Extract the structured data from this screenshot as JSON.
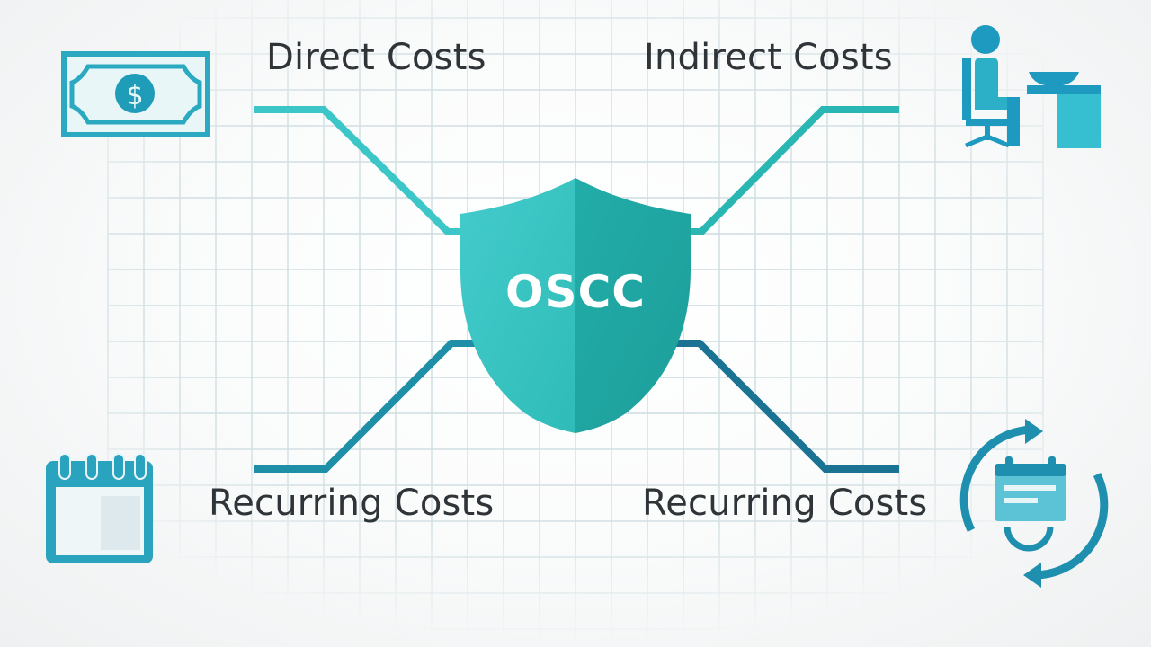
{
  "center": {
    "label": "OSCC"
  },
  "branches": {
    "top_left": {
      "label": "Direct Costs",
      "icon": "money-bill-icon"
    },
    "top_right": {
      "label": "Indirect Costs",
      "icon": "person-at-desk-icon"
    },
    "bottom_left": {
      "label": "Recurring Costs",
      "icon": "calendar-icon"
    },
    "bottom_right": {
      "label": "Recurring Costs",
      "icon": "recurring-calendar-icon"
    }
  },
  "colors": {
    "teal_light": "#3cc6c8",
    "teal": "#27b3ae",
    "teal_dark": "#1e8fa7",
    "blue_dark": "#1b7393",
    "text": "#2f3438",
    "grid": "#c9d9de"
  }
}
